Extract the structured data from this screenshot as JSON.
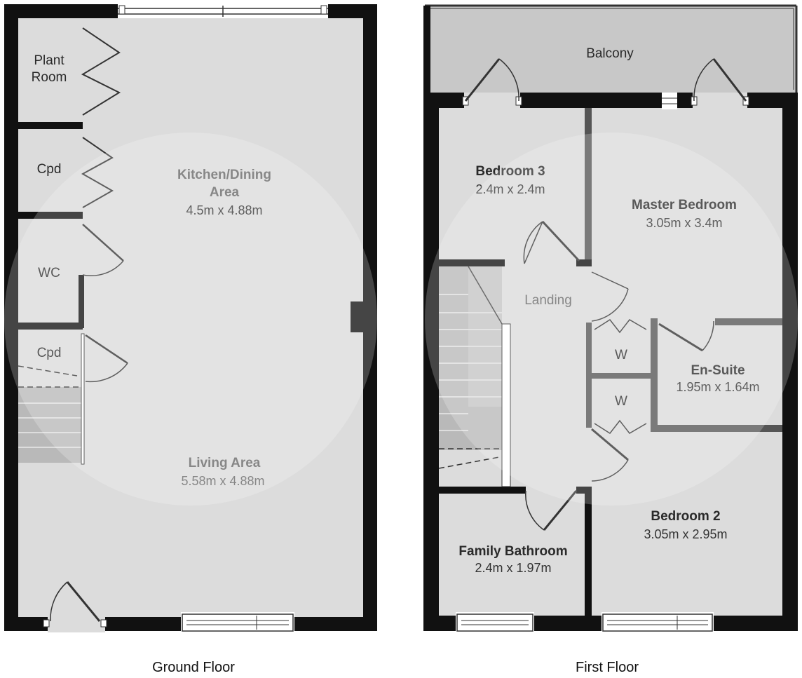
{
  "ground_floor": {
    "name": "Ground Floor",
    "rooms": {
      "plant_room": {
        "line1": "Plant",
        "line2": "Room"
      },
      "cpd_upper": {
        "label": "Cpd"
      },
      "wc": {
        "label": "WC"
      },
      "cpd_lower": {
        "label": "Cpd"
      },
      "kitchen": {
        "line1": "Kitchen/Dining",
        "line2": "Area",
        "dim": "4.5m x 4.88m"
      },
      "living": {
        "name": "Living Area",
        "dim": "5.58m x 4.88m"
      }
    }
  },
  "first_floor": {
    "name": "First Floor",
    "rooms": {
      "balcony": {
        "label": "Balcony"
      },
      "bedroom3": {
        "name": "Bedroom 3",
        "dim": "2.4m x 2.4m"
      },
      "master": {
        "name": "Master Bedroom",
        "dim": "3.05m x 3.4m"
      },
      "landing": {
        "label": "Landing"
      },
      "w_upper": {
        "label": "W"
      },
      "w_lower": {
        "label": "W"
      },
      "ensuite": {
        "name": "En-Suite",
        "dim": "1.95m x 1.64m"
      },
      "bedroom2": {
        "name": "Bedroom 2",
        "dim": "3.05m x 2.95m"
      },
      "bathroom": {
        "name": "Family Bathroom",
        "dim": "2.4m x 1.97m"
      }
    }
  },
  "colors": {
    "wall": "#111111",
    "floor": "#dcdcdc",
    "balcony": "#c8c8c8",
    "stairs": "#b9b9b9"
  }
}
